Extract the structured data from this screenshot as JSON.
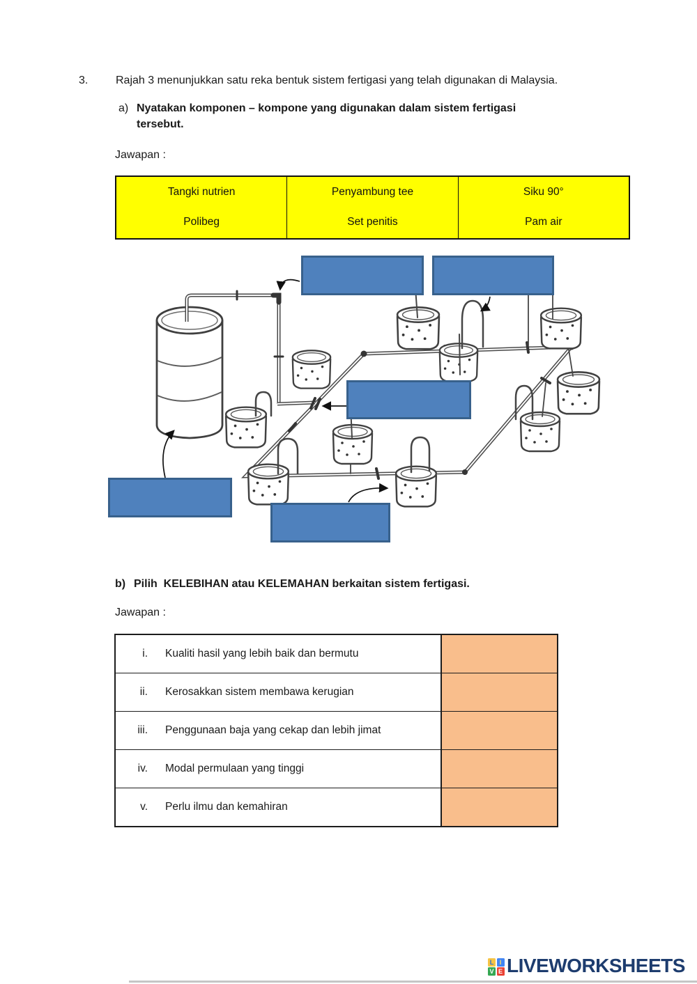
{
  "question": {
    "number": "3.",
    "text": "Rajah 3 menunjukkan satu reka bentuk sistem fertigasi yang telah digunakan di Malaysia."
  },
  "part_a": {
    "label": "a)",
    "prompt_lines": [
      "Nyatakan komponen – kompone yang digunakan dalam sistem fertigasi",
      "tersebut."
    ],
    "answer_label": "Jawapan :"
  },
  "word_bank": {
    "columns": [
      {
        "top": "Tangki nutrien",
        "bottom": "Polibeg"
      },
      {
        "top": "Penyambung tee",
        "bottom": "Set penitis"
      },
      {
        "top": "Siku 90°",
        "bottom": "Pam air"
      }
    ]
  },
  "diagram": {
    "description": "Hand-drawn fertigation system sketch: nutrient tank, supply pipes, polybag pots with drippers",
    "drop_zone_count": 5
  },
  "part_b": {
    "label": "b)",
    "prompt": "Pilih  KELEBIHAN atau KELEMAHAN berkaitan sistem fertigasi.",
    "answer_label": "Jawapan :",
    "rows": [
      {
        "numeral": "i.",
        "text": "Kualiti hasil yang lebih baik dan bermutu"
      },
      {
        "numeral": "ii.",
        "text": "Kerosakkan sistem membawa kerugian"
      },
      {
        "numeral": "iii.",
        "text": "Penggunaan baja yang cekap dan lebih jimat"
      },
      {
        "numeral": "iv.",
        "text": "Modal permulaan yang tinggi"
      },
      {
        "numeral": "v.",
        "text": "Perlu ilmu dan kemahiran"
      }
    ]
  },
  "footer": {
    "brand": "LIVEWORKSHEETS",
    "tiles": [
      {
        "letter": "L"
      },
      {
        "letter": "I"
      },
      {
        "letter": "V"
      },
      {
        "letter": "E"
      }
    ]
  },
  "colors": {
    "drop_box_blue": "#4f81bd",
    "drop_box_border": "#38618c",
    "word_bank_yellow": "#ffff00",
    "answer_cell_orange": "#f9be8c",
    "brand_navy": "#1d3c6e"
  }
}
